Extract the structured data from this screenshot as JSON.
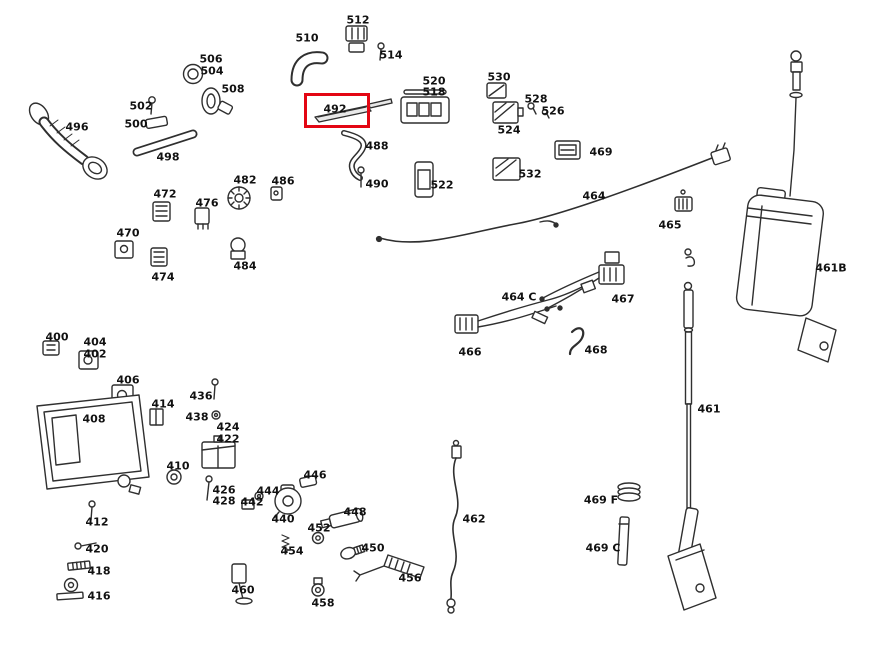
{
  "diagram": {
    "type": "exploded-parts-diagram",
    "background_color": "#ffffff",
    "line_color": "#2f2f2f",
    "label_color": "#111111",
    "highlight": {
      "part": "492",
      "color": "#e30613"
    },
    "parts": [
      "496",
      "502",
      "500",
      "498",
      "506",
      "504",
      "508",
      "510",
      "512",
      "514",
      "492",
      "520",
      "518",
      "530",
      "528",
      "526",
      "524",
      "488",
      "490",
      "522",
      "532",
      "469",
      "464",
      "465",
      "461B",
      "482",
      "486",
      "476",
      "472",
      "470",
      "474",
      "484",
      "464 C",
      "467",
      "466",
      "468",
      "461",
      "400",
      "404",
      "402",
      "406",
      "408",
      "414",
      "436",
      "438",
      "424",
      "422",
      "426",
      "428",
      "410",
      "444",
      "442",
      "446",
      "440",
      "448",
      "452",
      "450",
      "454",
      "412",
      "420",
      "418",
      "416",
      "460",
      "458",
      "456",
      "462",
      "469 F",
      "469 C"
    ]
  }
}
